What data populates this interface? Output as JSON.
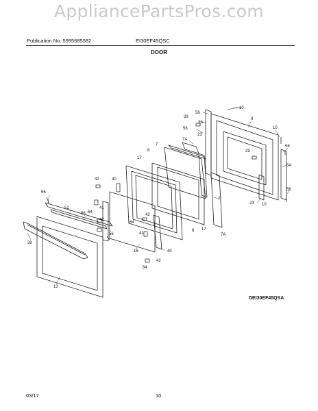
{
  "watermark": "AppliancePartsPros.com",
  "header": {
    "publication": "Publication No: 5995685582",
    "model": "EI30EF45QSC"
  },
  "section_title": "DOOR",
  "figure_code": "DEI30EF45QSA",
  "footer": {
    "date": "03/17",
    "page_number": "10"
  },
  "callouts": {
    "c10a": "10",
    "c56a": "56",
    "c3Aa": "3A",
    "c29a": "29",
    "c9": "9",
    "c10b": "10",
    "c56b": "56",
    "c7Aa": "7A",
    "c7a": "7",
    "c23a": "23",
    "c29b": "29",
    "c56c": "56",
    "c3Ab": "3A",
    "c8a": "8",
    "c17a": "17",
    "c42a": "42",
    "c40a": "40",
    "c7b": "7",
    "c56d": "56",
    "c56e": "56",
    "c23b": "23",
    "c10c": "10",
    "c52": "52",
    "c56f": "56",
    "c41a": "41",
    "c64a": "64",
    "c42b": "42",
    "c42c": "42",
    "c64b": "64",
    "c41b": "41",
    "c8b": "8",
    "c17b": "17",
    "c7Ab": "7A",
    "c56g": "56",
    "c39": "39",
    "c16": "16",
    "c40b": "40",
    "c42d": "42",
    "c64c": "64",
    "c13": "13"
  }
}
